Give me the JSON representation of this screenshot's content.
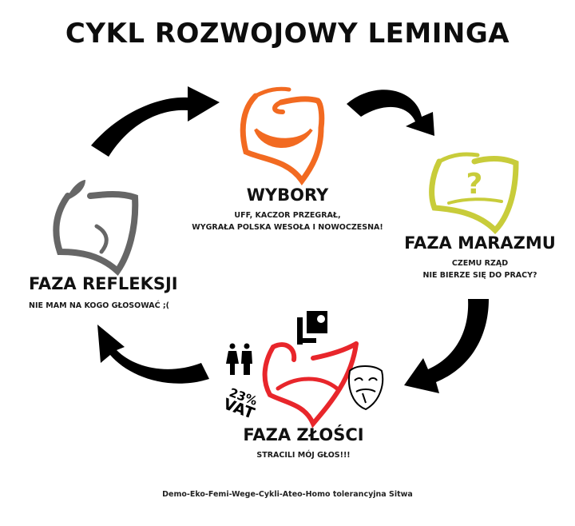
{
  "title": "CYKL ROZWOJOWY LEMINGA",
  "phases": [
    {
      "id": "wybory",
      "title": "WYBORY",
      "lines": [
        "UFF, KACZOR PRZEGRAŁ,",
        "WYGRAŁA POLSKA WESOŁA I NOWOCZESNA!"
      ],
      "color": "#f26a21",
      "icon": "smiling-logo-icon"
    },
    {
      "id": "marazm",
      "title": "FAZA MARAZMU",
      "lines": [
        "CZEMU RZĄD",
        "NIE BIERZE SIĘ DO PRACY?"
      ],
      "color": "#c8cc3a",
      "icon": "question-logo-icon"
    },
    {
      "id": "zlosc",
      "title": "FAZA ZŁOŚCI",
      "lines": [
        "STRACILI MÓJ GŁOS!!!"
      ],
      "color": "#e8262b",
      "icon": "sad-logo-icon"
    },
    {
      "id": "refleksja",
      "title": "FAZA REFLEKSJI",
      "lines": [
        "NIE MAM NA KOGO GŁOSOWAĆ ;("
      ],
      "color": "#666666",
      "icon": "thinking-logo-icon"
    }
  ],
  "decorations": {
    "vat_label_1": "23%",
    "vat_label_2": "VAT"
  },
  "arrow_color": "#000000",
  "footer": "Demo-Eko-Femi-Wege-Cykli-Ateo-Homo tolerancyjna Sitwa"
}
